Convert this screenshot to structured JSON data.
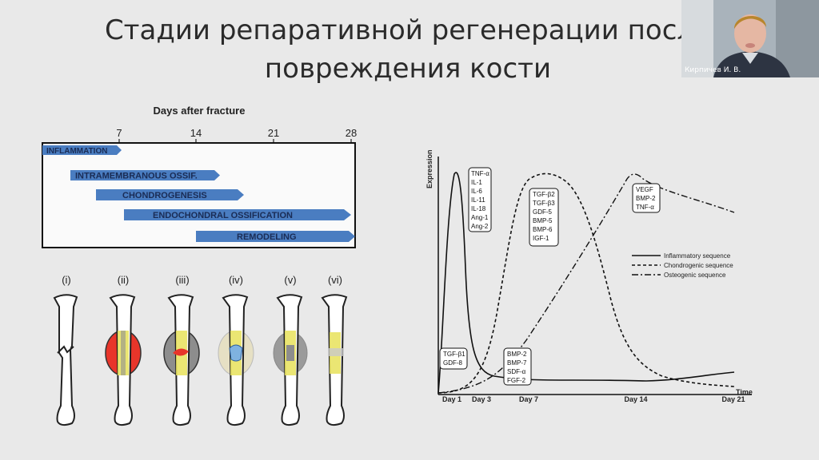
{
  "slide": {
    "title_line1": "Стадии репаративной регенерации после",
    "title_line2": "повреждения кости"
  },
  "video": {
    "participant_name": "Кирпичев И. В."
  },
  "timeline": {
    "header": "Days after fracture",
    "ticks": [
      "7",
      "14",
      "21",
      "28"
    ],
    "stages": [
      "INFLAMMATION",
      "INTRAMEMBRANOUS OSSIF.",
      "CHONDROGENESIS",
      "ENDOCHONDRAL OSSIFICATION",
      "REMODELING"
    ]
  },
  "bones": {
    "labels": [
      "(i)",
      "(ii)",
      "(iii)",
      "(iv)",
      "(v)",
      "(vi)"
    ]
  },
  "chart_data": {
    "type": "line",
    "ylabel": "Expression",
    "xlabel": "Time",
    "categories": [
      "Day 1",
      "Day 3",
      "Day 7",
      "Day 14",
      "Day 21"
    ],
    "series": [
      {
        "name": "Inflammatory sequence",
        "style": "solid"
      },
      {
        "name": "Chondrogenic sequence",
        "style": "dashed"
      },
      {
        "name": "Osteogenic sequence",
        "style": "dash-dot"
      }
    ],
    "annotations": [
      [
        "TNF-α",
        "IL-1",
        "IL-6",
        "IL-11",
        "IL-18",
        "Ang-1",
        "Ang-2"
      ],
      [
        "TGF-β2",
        "TGF-β3",
        "GDF-5",
        "BMP-5",
        "BMP-6",
        "IGF-1"
      ],
      [
        "VEGF",
        "BMP-2",
        "TNF-α"
      ],
      [
        "TGF-β1",
        "GDF-8"
      ],
      [
        "BMP-2",
        "BMP-7",
        "SDF-α",
        "FGF-2"
      ]
    ]
  },
  "colors": {
    "stage_arrow": "#4a7dc1",
    "hematoma": "#e8352a",
    "callus_grey": "#8d8d8d",
    "cartilage": "#7fb2e0",
    "yellow_bone": "#e7e25a"
  }
}
